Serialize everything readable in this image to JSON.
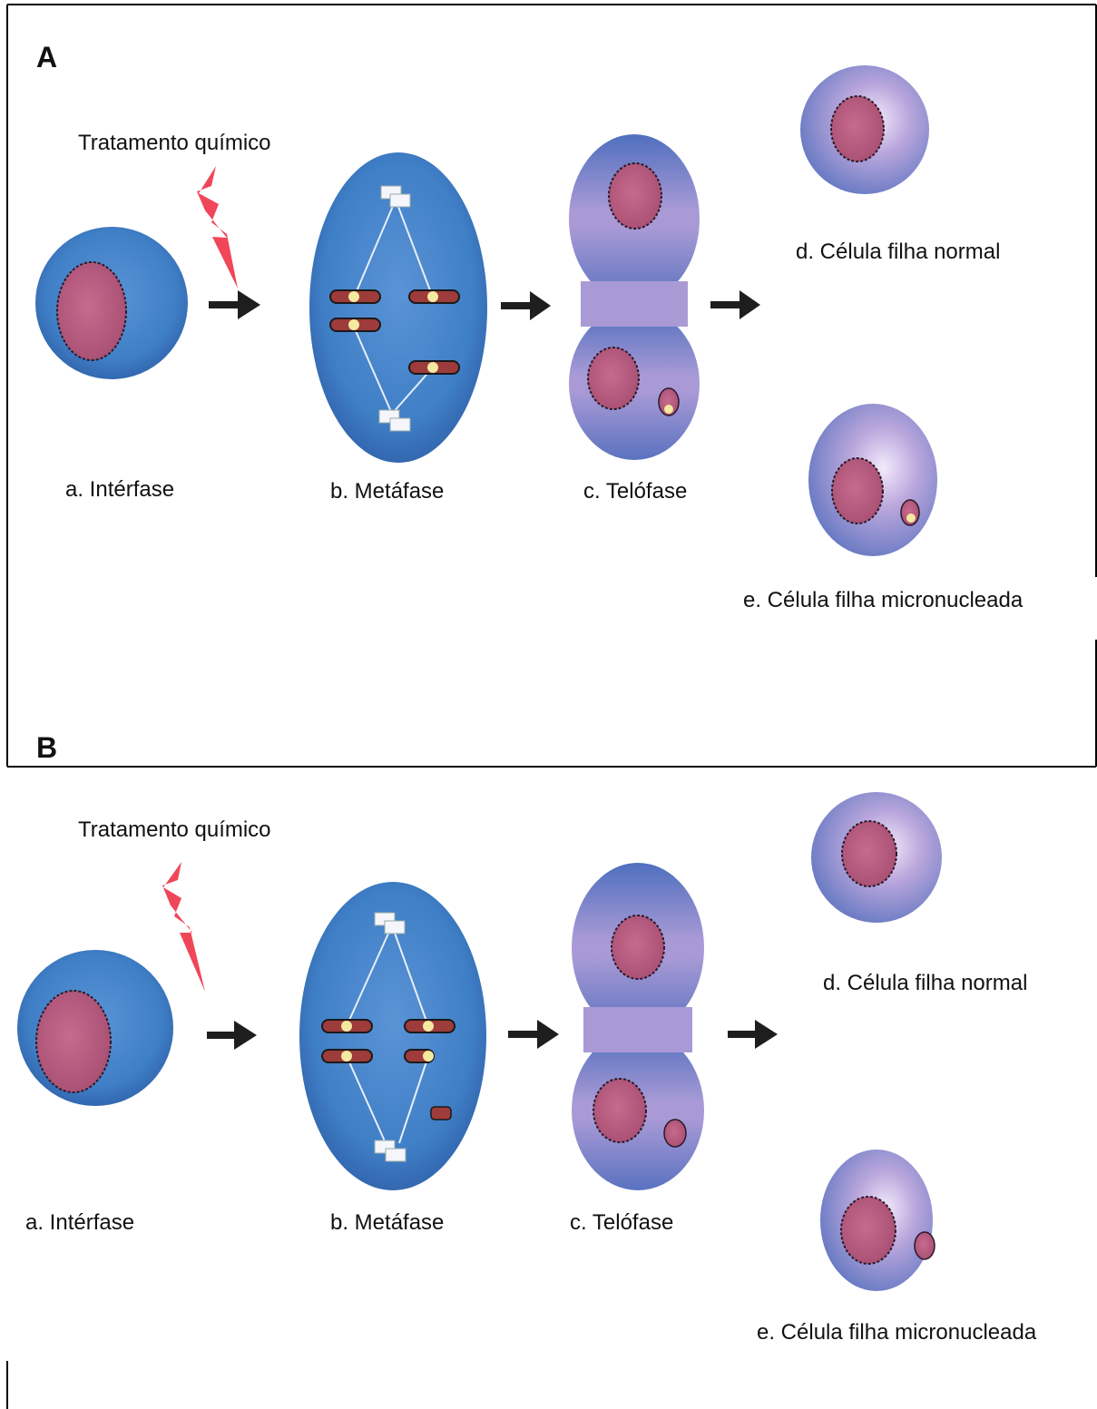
{
  "colors": {
    "cell_blue": "#3f7fc6",
    "cell_edge": "#2f5fa8",
    "daughter_violet": "#9a86cc",
    "daughter_light": "#e6dcf4",
    "nucleus": "#b8597d",
    "chromosome": "#9e3b3b",
    "centromere": "#f4e9a0",
    "lightning": "#f0465a",
    "arrow": "#1e1e1e"
  },
  "icons": {
    "lightning": "lightning-bolt-icon",
    "arrow": "right-arrow-icon"
  },
  "panels": [
    {
      "letter": "A",
      "treatment": "Tratamento químico",
      "labels": {
        "interphase": "a. Intérfase",
        "metaphase": "b. Metáfase",
        "telophase": "c. Telófase",
        "normal": "d. Célula filha normal",
        "micronucleated": "e. Célula filha micronucleada"
      }
    },
    {
      "letter": "B",
      "treatment": "Tratamento químico",
      "labels": {
        "interphase": "a. Intérfase",
        "metaphase": "b. Metáfase",
        "telophase": "c. Telófase",
        "normal": "d. Célula filha normal",
        "micronucleated": "e. Célula filha micronucleada"
      }
    }
  ]
}
